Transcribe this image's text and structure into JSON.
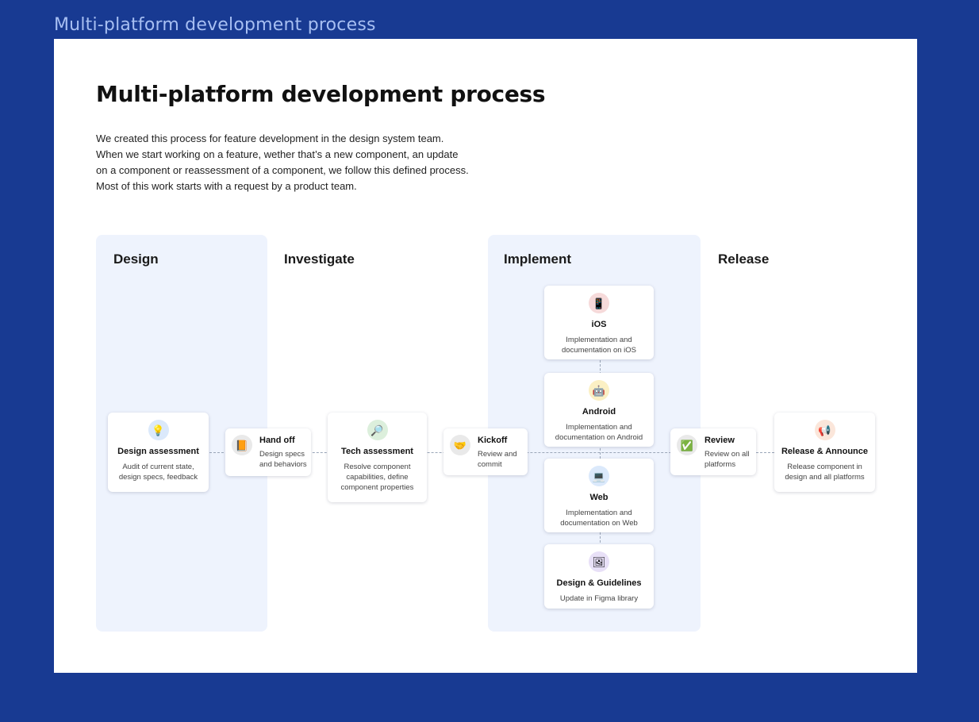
{
  "frame_label": "Multi-platform development process",
  "title": "Multi-platform development process",
  "intro": [
    "We created this process for feature development in the design system team.",
    "When we start working on a feature, wether that’s a new component, an update",
    "on a component or reassessment of a component, we follow this defined process.",
    "Most of this work starts with a request by a product team."
  ],
  "lanes": [
    "Design",
    "Investigate",
    "Implement",
    "Release"
  ],
  "steps": {
    "design_assessment": {
      "icon": "lightbulb-icon",
      "glyph": "💡",
      "title": "Design assessment",
      "desc": "Audit of current state, design specs, feedback"
    },
    "hand_off": {
      "icon": "book-icon",
      "glyph": "📙",
      "title": "Hand off",
      "desc": "Design specs and behaviors"
    },
    "tech_assessment": {
      "icon": "magnifier-icon",
      "glyph": "🔎",
      "title": "Tech assessment",
      "desc": "Resolve component capabilities, define component properties"
    },
    "kickoff": {
      "icon": "handshake-icon",
      "glyph": "🤝",
      "title": "Kickoff",
      "desc": "Review and commit"
    },
    "ios": {
      "icon": "mobile-phone-icon",
      "glyph": "📱",
      "title": "iOS",
      "desc": "Implementation and documentation on iOS"
    },
    "android": {
      "icon": "robot-icon",
      "glyph": "🤖",
      "title": "Android",
      "desc": "Implementation and documentation on Android"
    },
    "web": {
      "icon": "laptop-icon",
      "glyph": "💻",
      "title": "Web",
      "desc": "Implementation and documentation on Web"
    },
    "design_guidelines": {
      "icon": "picture-icon",
      "glyph": "🖼",
      "title": "Design & Guidelines",
      "desc": "Update in Figma library"
    },
    "review": {
      "icon": "check-mark-icon",
      "glyph": "✅",
      "title": "Review",
      "desc": "Review on all platforms"
    },
    "release": {
      "icon": "megaphone-icon",
      "glyph": "📢",
      "title": "Release & Announce",
      "desc": "Release component in design and all platforms"
    }
  },
  "colors": {
    "background": "#183a92",
    "lane_shade": "#eef3fd",
    "connector": "#9aa6b8"
  }
}
